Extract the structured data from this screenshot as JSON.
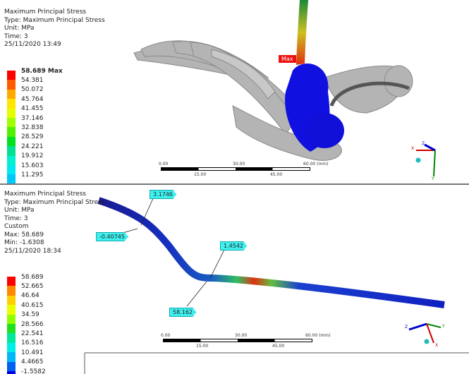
{
  "top": {
    "info": [
      "Maximum Principal Stress",
      "Type: Maximum Principal Stress",
      "Unit: MPa",
      "Time: 3",
      "25/11/2020 13:49"
    ],
    "legend": [
      {
        "v": "58.689 Max",
        "c": "#ff0000"
      },
      {
        "v": "54.381",
        "c": "#ff5a00"
      },
      {
        "v": "50.072",
        "c": "#ffaa00"
      },
      {
        "v": "45.764",
        "c": "#ffe600"
      },
      {
        "v": "41.455",
        "c": "#e6ff00"
      },
      {
        "v": "37.146",
        "c": "#a0ff00"
      },
      {
        "v": "32.838",
        "c": "#50f000"
      },
      {
        "v": "28.529",
        "c": "#00e020"
      },
      {
        "v": "24.221",
        "c": "#00e090"
      },
      {
        "v": "19.912",
        "c": "#00f0d0"
      },
      {
        "v": "15.603",
        "c": "#00e8f0"
      },
      {
        "v": "11.295",
        "c": "#00c8f8"
      },
      {
        "v": "",
        "c": "#00a0f0"
      }
    ],
    "max_tag": "Max",
    "scale": {
      "t0": "0.00",
      "t30": "30.00",
      "t60": "60.00 (mm)",
      "t15": "15.00",
      "t45": "45.00"
    },
    "axes": {
      "x": "X",
      "y": "Y",
      "z": "Z"
    }
  },
  "bottom": {
    "info": [
      "Maximum Principal Stress",
      "Type: Maximum Principal Stress",
      "Unit: MPa",
      "Time: 3",
      "Custom",
      "Max: 58.689",
      "Min: -1.6308",
      "25/11/2020 18:34"
    ],
    "legend": [
      {
        "v": "58.689",
        "c": "#ff0000"
      },
      {
        "v": "52.665",
        "c": "#ff8800"
      },
      {
        "v": "46.64",
        "c": "#ffd000"
      },
      {
        "v": "40.615",
        "c": "#e8ff00"
      },
      {
        "v": "34.59",
        "c": "#90ff00"
      },
      {
        "v": "28.566",
        "c": "#20e020"
      },
      {
        "v": "22.541",
        "c": "#00e8a0"
      },
      {
        "v": "16.516",
        "c": "#00f0e8"
      },
      {
        "v": "10.491",
        "c": "#00b8f8"
      },
      {
        "v": "4.4665",
        "c": "#0060f0"
      },
      {
        "v": "-1.5582",
        "c": "#0000e0"
      }
    ],
    "probes": [
      "3.1746",
      "-0.40745",
      "1.4542",
      "58.162"
    ],
    "scale": {
      "t0": "0.00",
      "t30": "30.00",
      "t60": "60.00 (mm)",
      "t15": "15.00",
      "t45": "45.00"
    },
    "axes": {
      "x": "X",
      "y": "Y",
      "z": "Z"
    }
  }
}
